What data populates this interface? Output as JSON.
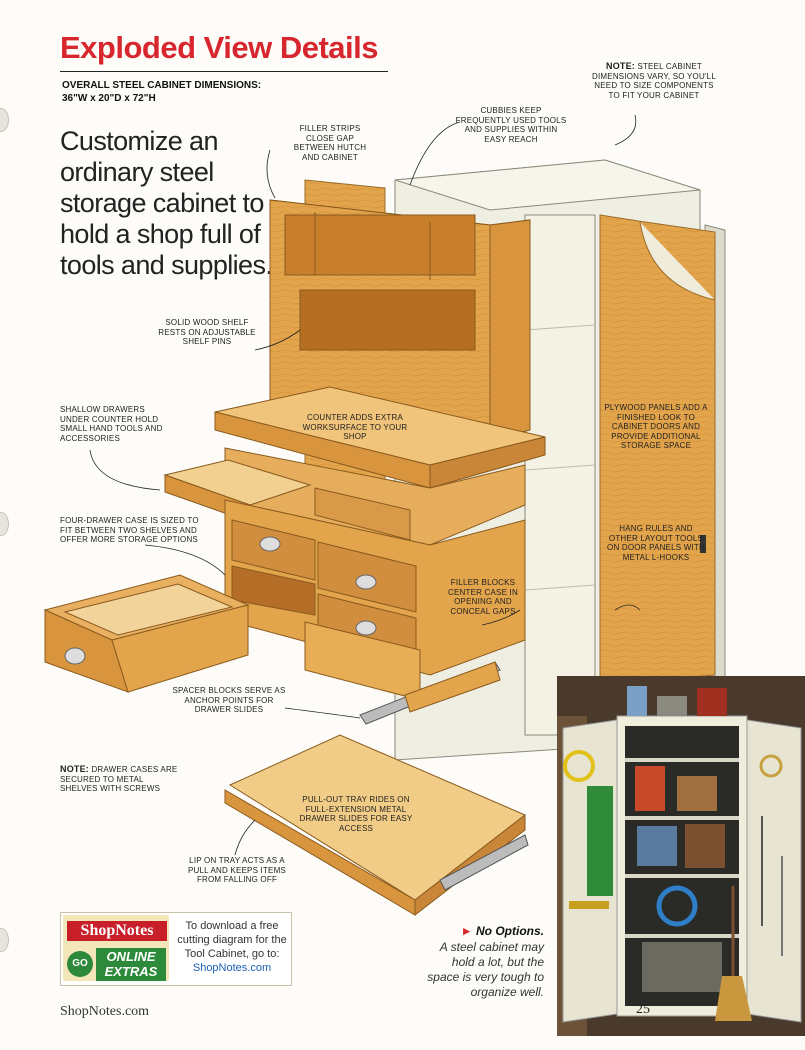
{
  "header": {
    "title": "Exploded View Details",
    "dimensions_label": "OVERALL STEEL CABINET DIMENSIONS:",
    "dimensions_value": "36\"W x 20\"D x 72\"H"
  },
  "lead": "Customize an ordinary steel storage cabinet to hold a shop full of tools and supplies.",
  "callouts": {
    "note_steel_title": "NOTE:",
    "note_steel_body": "STEEL CABINET DIMENSIONS VARY, SO YOU'LL NEED TO SIZE COMPONENTS TO FIT YOUR CABINET",
    "cubbies": "CUBBIES KEEP FREQUENTLY USED TOOLS AND SUPPLIES WITHIN EASY REACH",
    "filler_strips": "FILLER STRIPS CLOSE GAP BETWEEN HUTCH AND CABINET",
    "solid_shelf": "SOLID WOOD SHELF RESTS ON ADJUSTABLE SHELF PINS",
    "shallow_drawers": "SHALLOW DRAWERS UNDER COUNTER HOLD SMALL HAND TOOLS AND ACCESSORIES",
    "counter": "COUNTER ADDS EXTRA WORKSURFACE TO YOUR SHOP",
    "plywood": "PLYWOOD PANELS ADD A FINISHED LOOK TO CABINET DOORS AND PROVIDE ADDITIONAL STORAGE SPACE",
    "four_drawer": "FOUR-DRAWER CASE IS SIZED TO FIT BETWEEN TWO SHELVES AND OFFER MORE STORAGE OPTIONS",
    "hang_rules": "HANG RULES AND OTHER LAYOUT TOOLS ON DOOR PANELS WITH METAL L-HOOKS",
    "filler_blocks": "FILLER BLOCKS CENTER CASE IN OPENING AND CONCEAL GAPS",
    "spacer_blocks": "SPACER BLOCKS SERVE AS ANCHOR POINTS FOR DRAWER SLIDES",
    "note_cases_title": "NOTE:",
    "note_cases_body": "DRAWER CASES ARE SECURED TO METAL SHELVES WITH SCREWS",
    "pullout": "PULL-OUT TRAY RIDES ON FULL-EXTENSION METAL DRAWER SLIDES FOR EASY ACCESS",
    "lip": "LIP ON TRAY ACTS AS A PULL AND KEEPS ITEMS FROM FALLING OFF"
  },
  "promo": {
    "brand": "ShopNotes",
    "go": "GO",
    "online": "ONLINE",
    "extras": "EXTRAS",
    "text": "To download a free cutting diagram for the Tool Cabinet, go to:",
    "link": "ShopNotes.com"
  },
  "photo_caption": {
    "title": "No Options.",
    "body": "A steel cabinet may hold a lot, but the space is very tough to organize well."
  },
  "footer": {
    "site": "ShopNotes.com",
    "page": "25"
  },
  "colors": {
    "title_red": "#d8262e",
    "wood": "#e0a24a",
    "steel": "#efeee2"
  }
}
